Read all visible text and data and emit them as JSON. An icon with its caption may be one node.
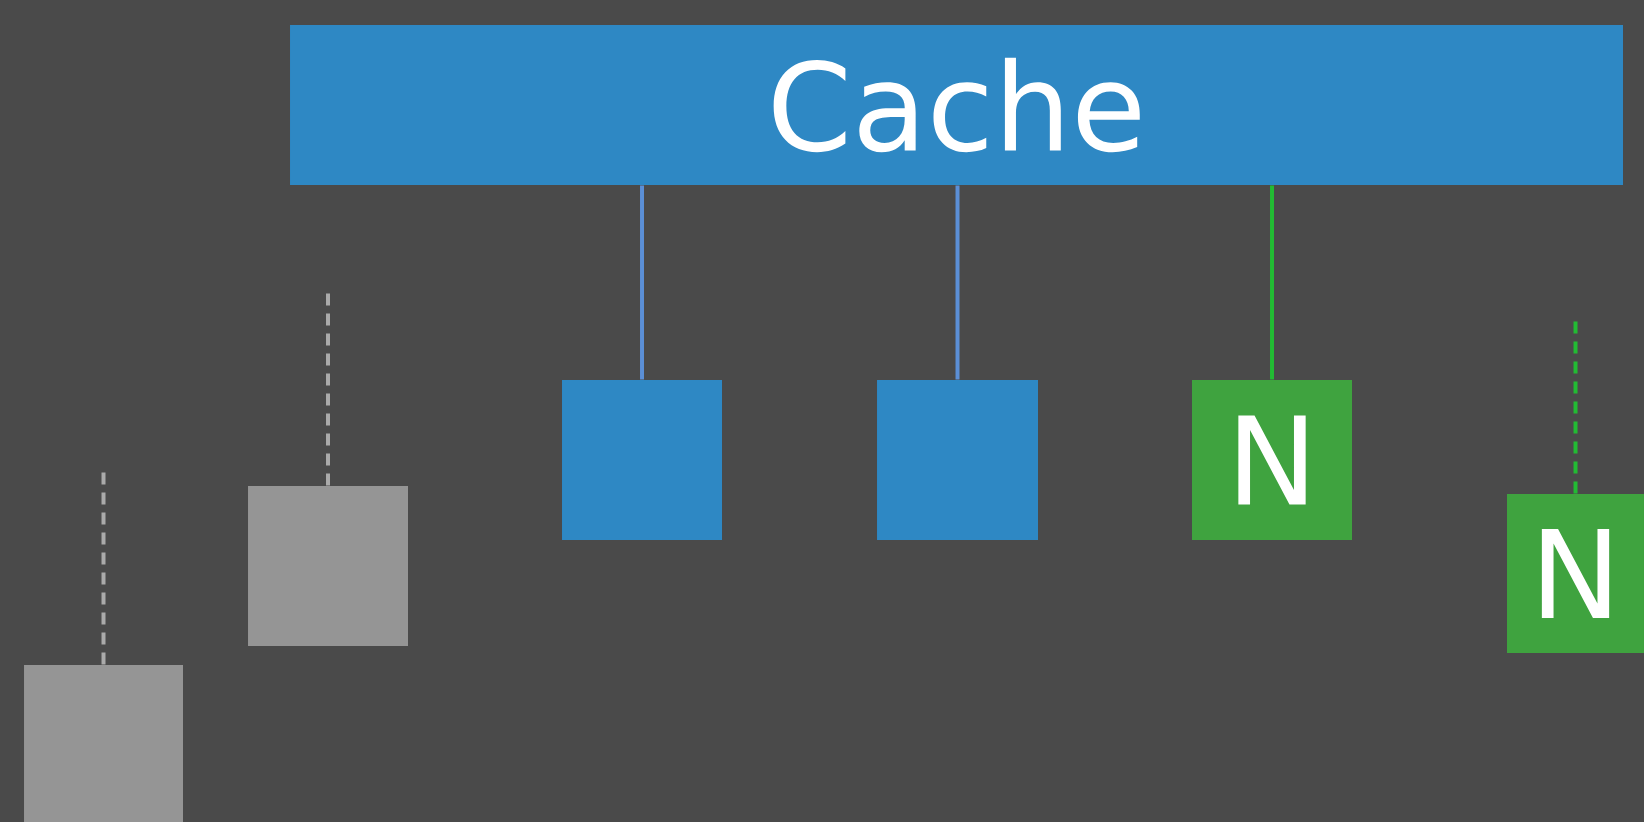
{
  "diagram": {
    "nodes": [
      {
        "text": [
          "Cache"
        ]
      },
      {
        "text": [],
        "shape": "box"
      },
      {
        "text": [],
        "shape": "box"
      },
      {
        "text": [],
        "shape": "box"
      },
      {
        "text": [],
        "shape": "box"
      },
      {
        "text": [
          "N"
        ]
      },
      {
        "text": [
          "N"
        ]
      }
    ],
    "edges": [
      {
        "from": 0,
        "to": 3,
        "arrow": "none",
        "color": "#5b8fd6"
      },
      {
        "from": 0,
        "to": 4,
        "arrow": "none",
        "color": "#5b8fd6"
      },
      {
        "from": 0,
        "to": 5,
        "arrow": "none",
        "color": "#22bb33"
      },
      {
        "from": 1,
        "to": null,
        "arrow": "none",
        "style": "dashed",
        "color": "#aaaaaa"
      },
      {
        "from": 2,
        "to": null,
        "arrow": "none",
        "style": "dashed",
        "color": "#aaaaaa"
      },
      {
        "from": 6,
        "to": null,
        "arrow": "none",
        "style": "dashed",
        "color": "#22bb33"
      }
    ]
  }
}
